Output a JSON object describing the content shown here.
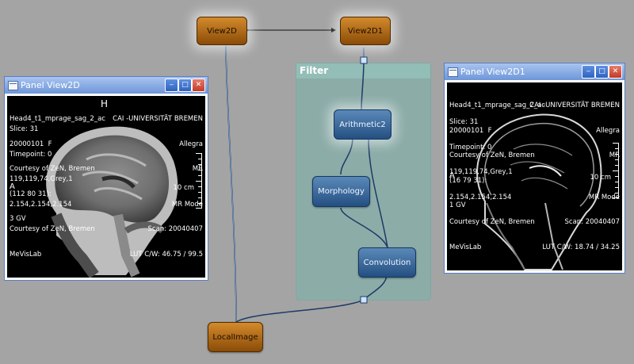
{
  "network": {
    "modules": {
      "view2d": "View2D",
      "view2d1": "View2D1",
      "arithmetic2": "Arithmetic2",
      "morphology": "Morphology",
      "convolution": "Convolution",
      "localimage": "LocalImage"
    },
    "group_filter_title": "Filter"
  },
  "panel_left": {
    "title": "Panel View2D",
    "overlay": {
      "top_left": [
        "Head4_t1_mprage_sag_2_ac",
        "20000101  F",
        "Courtesy of ZeN, Bremen",
        "(112 80 31):",
        "3 GV"
      ],
      "top_right": [
        "CAI -UNIVERSITÄT BREMEN",
        "Allegra",
        "MR"
      ],
      "orientation_left": "A",
      "orientation_top": "H",
      "scale_label": "10 cm",
      "bottom_left": [
        "Slice: 31",
        "Timepoint: 0",
        "119,119,74,Grey,1",
        "2.154,2.154,2.154",
        "Courtesy of ZeN, Bremen",
        "MeVisLab"
      ],
      "bottom_right": [
        "MR Mode",
        "Scan: 20040407",
        "LUT C/W: 46.75 / 99.5"
      ]
    }
  },
  "panel_right": {
    "title": "Panel View2D1",
    "overlay": {
      "top_left": [
        "Head4_t1_mprage_sag_2_ac",
        "20000101  F",
        "Courtesy of ZeN, Bremen",
        "(16 79 31):",
        "1 GV"
      ],
      "top_right": [
        "CAI -UNIVERSITÄT BREMEN",
        "Allegra",
        "MR"
      ],
      "orientation_left": "A",
      "scale_label": "10 cm",
      "bottom_left": [
        "Slice: 31",
        "Timepoint: 0",
        "119,119,74,Grey,1",
        "2.154,2.154,2.154",
        "Courtesy of ZeN, Bremen",
        "MeVisLab"
      ],
      "bottom_right": [
        "MR Mode",
        "Scan: 20040407",
        "LUT C/W: 18.74 / 34.25"
      ]
    }
  },
  "window_buttons": {
    "minimize": "‒",
    "maximize": "□",
    "close": "✕"
  },
  "colors": {
    "background": "#a4a4a4",
    "wire": "#1c3a66",
    "module_orange": "#b06a18",
    "module_blue": "#3a6a9e",
    "filter_group": "#78b2ac"
  }
}
